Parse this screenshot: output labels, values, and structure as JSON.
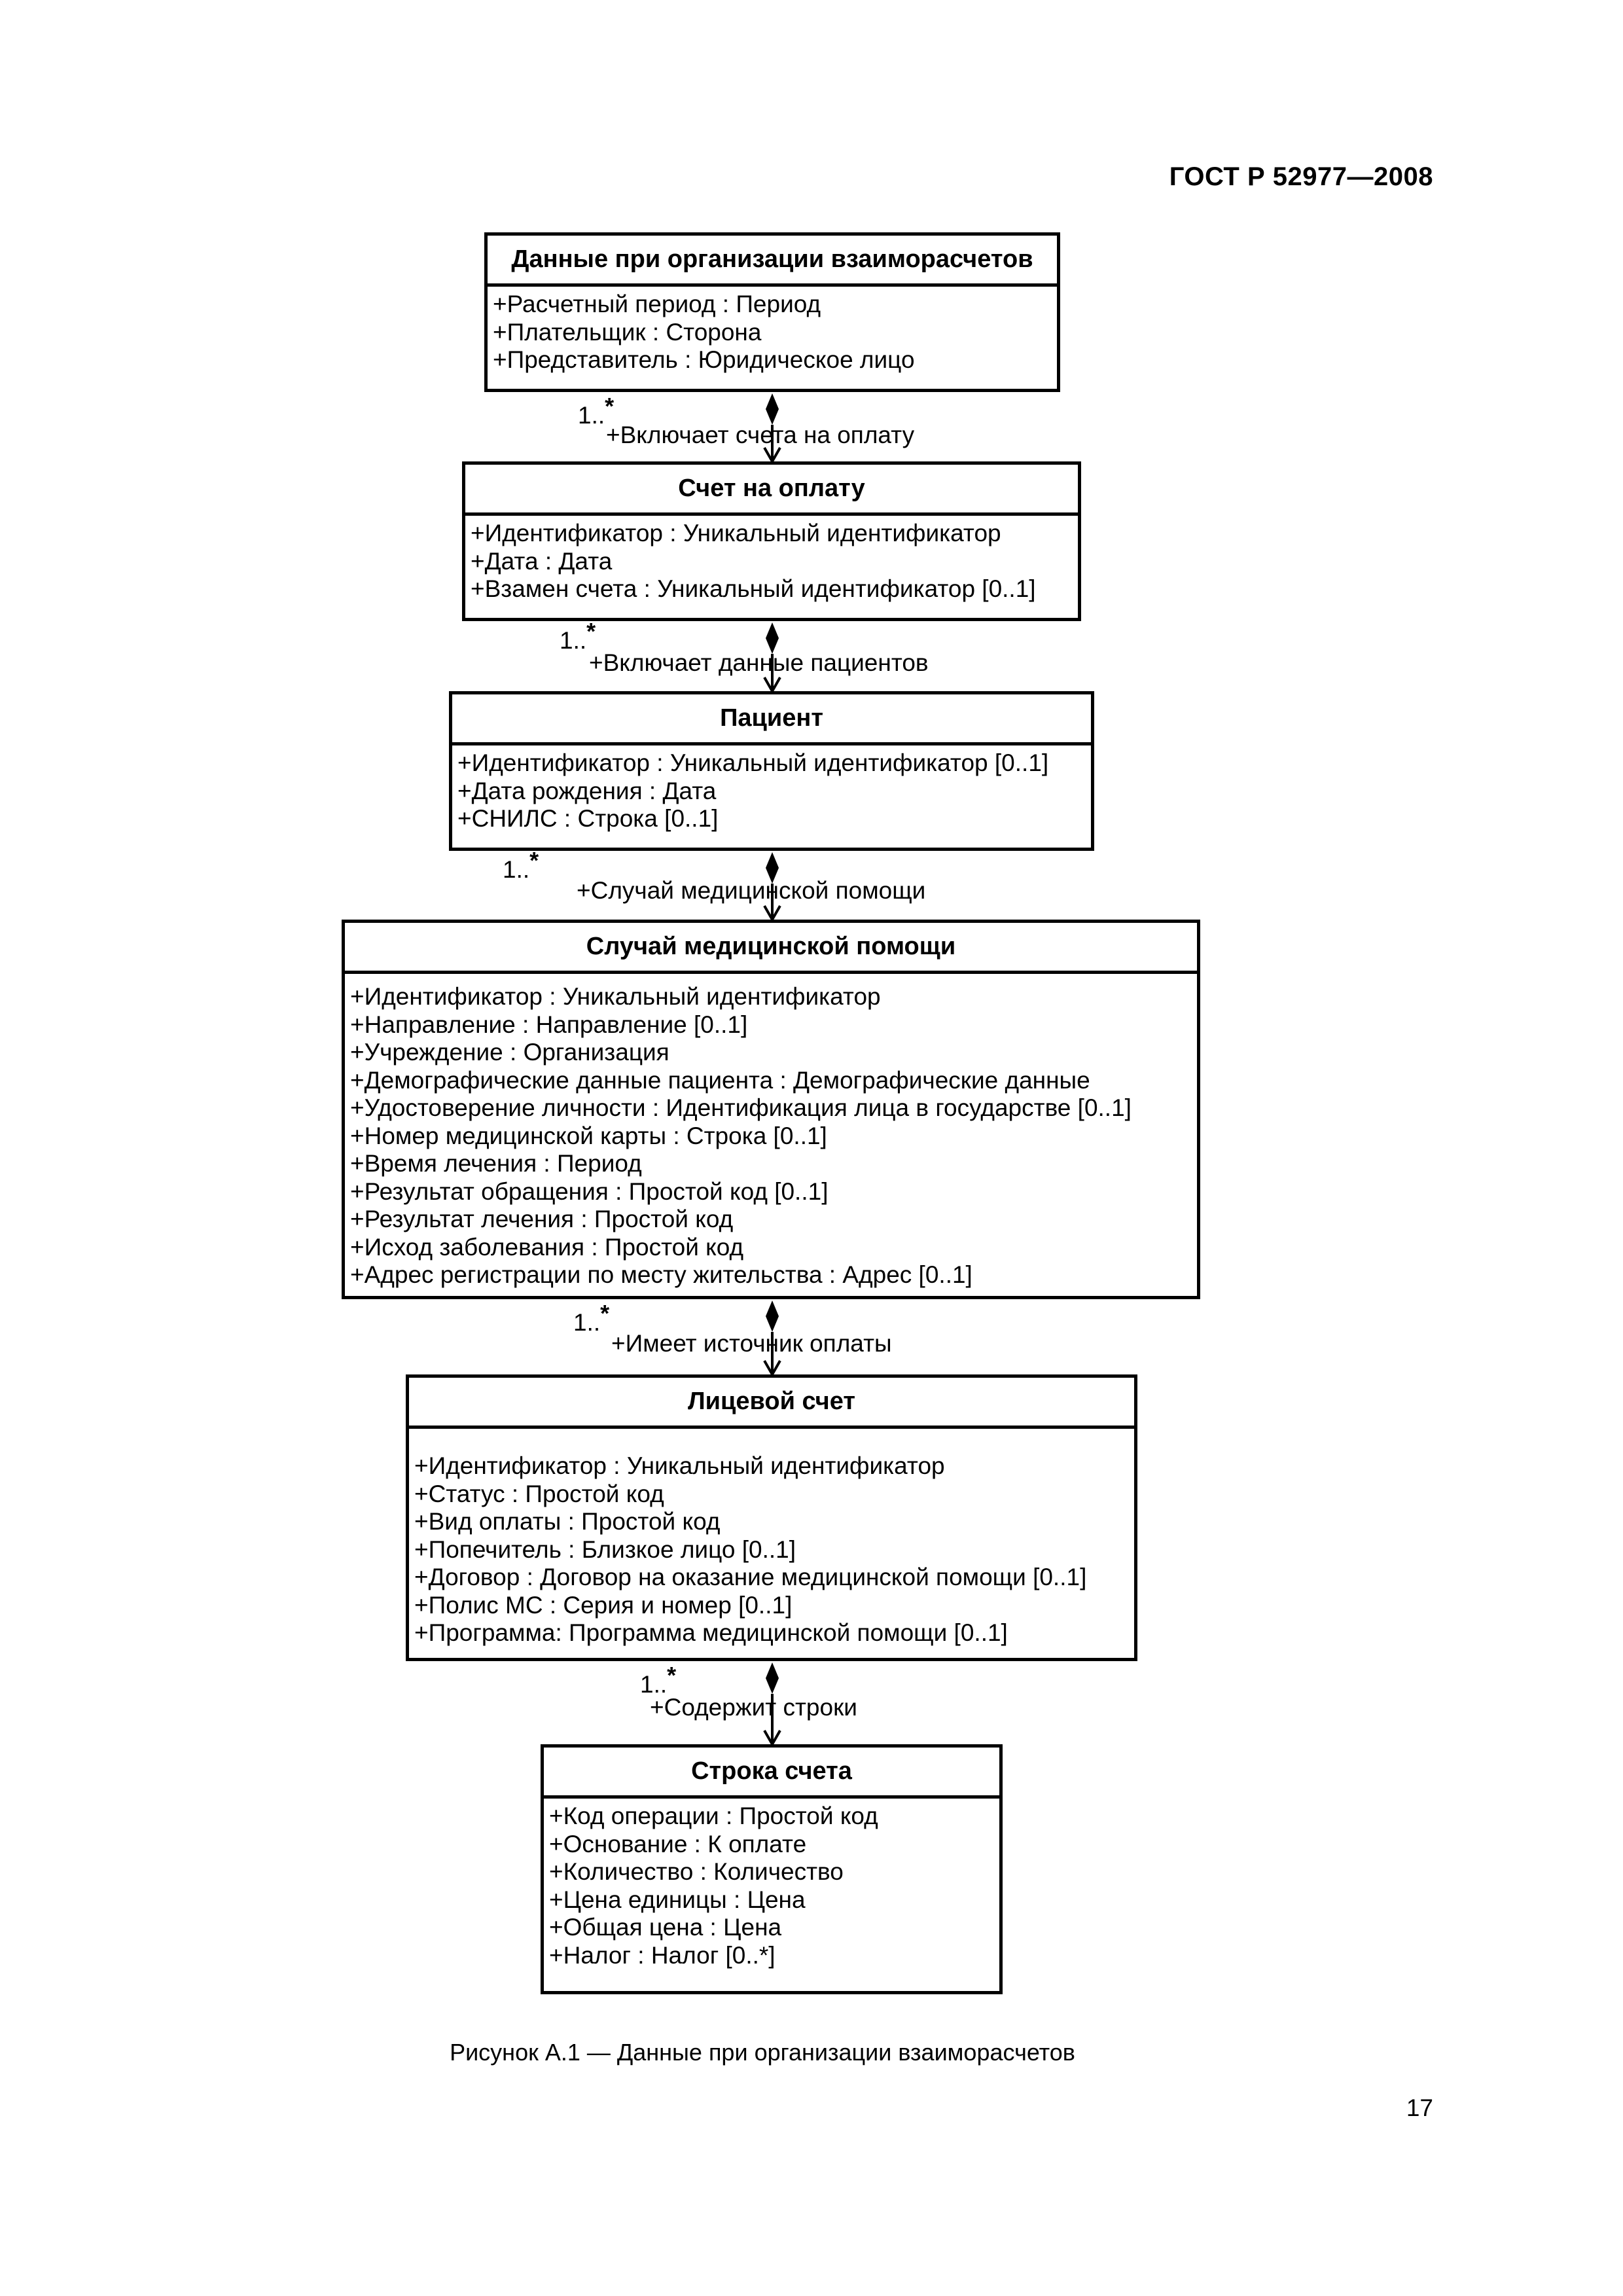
{
  "header": {
    "standard": "ГОСТ Р 52977—2008"
  },
  "classes": [
    {
      "title": "Данные при организации взаиморасчетов",
      "attributes": [
        "+Расчетный период : Период",
        "+Плательщик : Сторона",
        "+Представитель : Юридическое лицо"
      ]
    },
    {
      "title": "Счет на оплату",
      "attributes": [
        "+Идентификатор : Уникальный идентификатор",
        "+Дата : Дата",
        "+Взамен счета : Уникальный идентификатор [0..1]"
      ]
    },
    {
      "title": "Пациент",
      "attributes": [
        "+Идентификатор : Уникальный идентификатор [0..1]",
        "+Дата рождения : Дата",
        "+СНИЛС : Строка [0..1]"
      ]
    },
    {
      "title": "Случай медицинской помощи",
      "attributes": [
        "+Идентификатор : Уникальный идентификатор",
        "+Направление : Направление [0..1]",
        "+Учреждение : Организация",
        "+Демографические данные пациента : Демографические данные",
        "+Удостоверение личности : Идентификация лица в государстве [0..1]",
        "+Номер медицинской карты : Строка [0..1]",
        "+Время лечения : Период",
        "+Результат обращения : Простой код [0..1]",
        "+Результат лечения : Простой код",
        "+Исход заболевания : Простой код",
        "+Адрес регистрации по месту жительства : Адрес [0..1]"
      ]
    },
    {
      "title": "Лицевой счет",
      "attributes": [
        "+Идентификатор : Уникальный идентификатор",
        "+Статус : Простой код",
        "+Вид оплаты : Простой код",
        "+Попечитель : Близкое лицо [0..1]",
        "+Договор : Договор на оказание медицинской помощи [0..1]",
        "+Полис МС : Серия и номер [0..1]",
        "+Программа: Программа медицинской помощи [0..1]"
      ]
    },
    {
      "title": "Строка счета",
      "attributes": [
        "+Код операции : Простой код",
        "+Основание : К оплате",
        "+Количество : Количество",
        "+Цена единицы : Цена",
        "+Общая цена : Цена",
        "+Налог : Налог [0..*]"
      ]
    }
  ],
  "associations": [
    {
      "multiplicity": "1..",
      "star": "*",
      "role": "+Включает счета на оплату"
    },
    {
      "multiplicity": "1..",
      "star": "*",
      "role": "+Включает данные пациентов"
    },
    {
      "multiplicity": "1..",
      "star": "*",
      "role": "+Случай медицинской помощи"
    },
    {
      "multiplicity": "1..",
      "star": "*",
      "role": "+Имеет источник оплаты"
    },
    {
      "multiplicity": "1..",
      "star": "*",
      "role": "+Содержит строки"
    }
  ],
  "caption": "Рисунок А.1 — Данные при организации взаиморасчетов",
  "page_number": "17"
}
